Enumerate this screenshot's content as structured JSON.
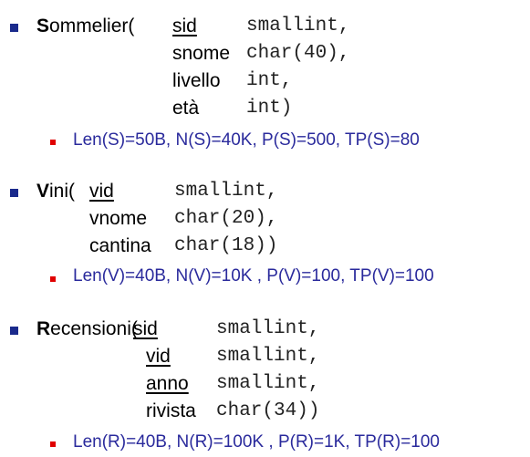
{
  "tables": [
    {
      "name_initial": "S",
      "name_rest": "ommelier(",
      "attributes": [
        {
          "name": "sid",
          "type": "smallint,",
          "key": true
        },
        {
          "name": "snome",
          "type": "char(40),",
          "key": false
        },
        {
          "name": "livello",
          "type": "int,",
          "key": false
        },
        {
          "name": "età",
          "type": "int)",
          "key": false
        }
      ],
      "stats": "Len(S)=50B, N(S)=40K, P(S)=500, TP(S)=80"
    },
    {
      "name_initial": "V",
      "name_rest": "ini(",
      "attributes": [
        {
          "name": "vid",
          "type": "smallint,",
          "key": true
        },
        {
          "name": "vnome",
          "type": "char(20),",
          "key": false
        },
        {
          "name": "cantina",
          "type": "char(18))",
          "key": false
        }
      ],
      "stats": "Len(V)=40B, N(V)=10K , P(V)=100, TP(V)=100"
    },
    {
      "name_initial": "R",
      "name_rest": "ecensioni(",
      "attributes": [
        {
          "name": "sid",
          "type": "smallint,",
          "key": true
        },
        {
          "name": "vid",
          "type": "smallint,",
          "key": true
        },
        {
          "name": "anno",
          "type": "smallint,",
          "key": true
        },
        {
          "name": "rivista",
          "type": "char(34))",
          "key": false
        }
      ],
      "stats": "Len(R)=40B, N(R)=100K , P(R)=1K, TP(R)=100"
    }
  ],
  "colors": {
    "bullet": "#1a2a8c",
    "sub_bullet": "#e00000",
    "stats_text": "#2a2a9c"
  }
}
